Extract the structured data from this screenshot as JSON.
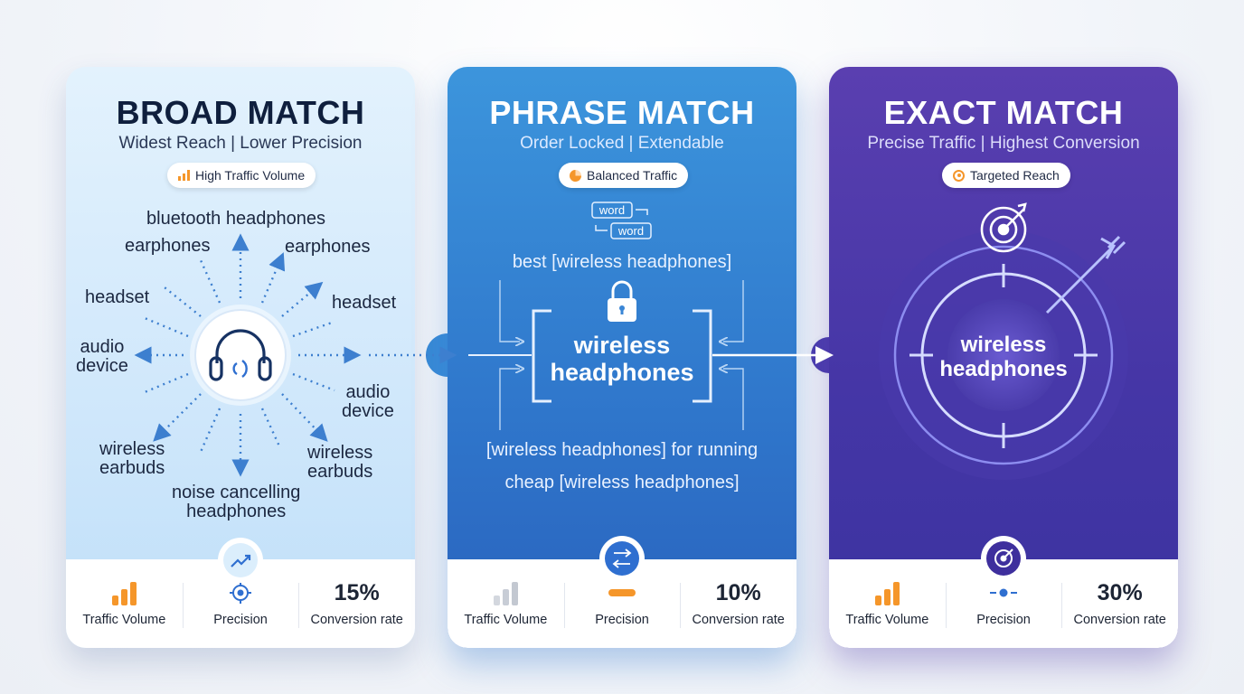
{
  "cards": {
    "broad": {
      "title": "BROAD MATCH",
      "subtitle": "Widest Reach | Lower Precision",
      "pill": "High Traffic Volume",
      "keywords": {
        "k1": "bluetooth headphones",
        "k2": "earphones",
        "k3": "earphones",
        "k4": "headset",
        "k5": "headset",
        "k6a": "audio",
        "k6b": "device",
        "k7a": "audio",
        "k7b": "device",
        "k8a": "wireless",
        "k8b": "earbuds",
        "k9a": "wireless",
        "k9b": "earbuds",
        "k10a": "noise cancelling",
        "k10b": "headphones"
      },
      "footer": {
        "traffic": "Traffic Volume",
        "precision": "Precision",
        "conversion_value": "15%",
        "conversion": "Conversion rate"
      }
    },
    "phrase": {
      "title": "PHRASE MATCH",
      "subtitle": "Order Locked | Extendable",
      "pill": "Balanced Traffic",
      "word1": "word",
      "word2": "word",
      "example_top": "best [wireless headphones]",
      "center_line1": "wireless",
      "center_line2": "headphones",
      "example_mid": "[wireless headphones] for running",
      "example_bottom": "cheap [wireless headphones]",
      "footer": {
        "traffic": "Traffic Volume",
        "precision": "Precision",
        "conversion_value": "10%",
        "conversion": "Conversion rate"
      }
    },
    "exact": {
      "title": "EXACT MATCH",
      "subtitle": "Precise Traffic | Highest Conversion",
      "pill": "Targeted Reach",
      "center_line1": "wireless",
      "center_line2": "headphones",
      "footer": {
        "traffic": "Traffic Volume",
        "precision": "Precision",
        "conversion_value": "30%",
        "conversion": "Conversion rate"
      }
    }
  },
  "colors": {
    "orange": "#f5962a",
    "broad_title": "#0f1f3d",
    "phrase_blue": "#2f76cb",
    "exact_purple": "#4536a6",
    "gray_bar": "#cfd4dc"
  },
  "icons": [
    "bar-chart-icon",
    "pie-chart-icon",
    "target-icon",
    "headphones-icon",
    "lock-icon",
    "trend-up-icon",
    "swap-icon",
    "crosshair-icon",
    "arrow-icon"
  ]
}
